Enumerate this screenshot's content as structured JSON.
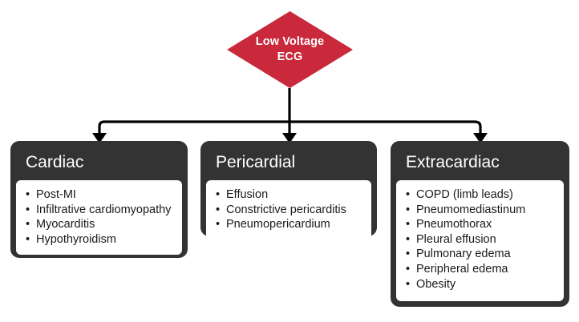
{
  "colors": {
    "accent_red": "#c9293b",
    "card_header": "#333333",
    "card_body": "#ffffff",
    "connector": "#000000",
    "background": "#ffffff"
  },
  "root": {
    "shape": "diamond",
    "line1": "Low Voltage",
    "line2": "ECG"
  },
  "connector": {
    "type": "orthogonal-bus",
    "arrow_count": 3
  },
  "categories": [
    {
      "id": "cardiac",
      "title": "Cardiac",
      "items": [
        "Post-MI",
        "Infiltrative cardiomyopathy",
        "Myocarditis",
        "Hypothyroidism"
      ]
    },
    {
      "id": "pericardial",
      "title": "Pericardial",
      "items": [
        "Effusion",
        "Constrictive pericarditis",
        "Pneumopericardium"
      ]
    },
    {
      "id": "extracardiac",
      "title": "Extracardiac",
      "items": [
        "COPD (limb leads)",
        "Pneumomediastinum",
        "Pneumothorax",
        "Pleural effusion",
        "Pulmonary edema",
        "Peripheral edema",
        "Obesity"
      ]
    }
  ]
}
